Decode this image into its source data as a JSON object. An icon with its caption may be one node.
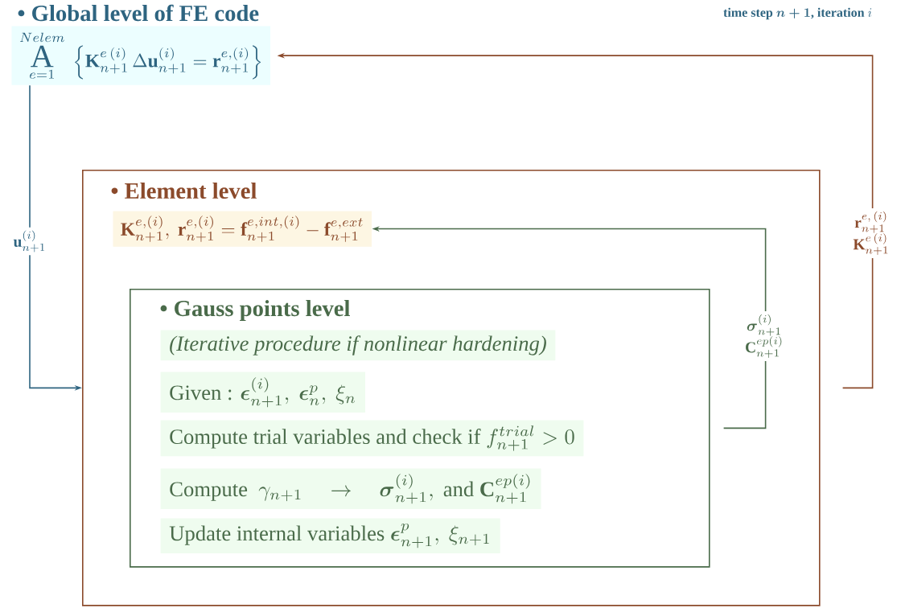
{
  "diagram": {
    "nodes": [
      {
        "text": [
          "• Global level of FE code",
          "\\mathop{\\text{\\LARGE A}}\\limits_{e=1}^{Nelem}\\ \\left\\{\\mathbf{K}^{e\\,(i)}_{n+1}\\,\\Delta\\mathbf{u}^{(i)}_{n+1}=\\mathbf{r}^{e,(i)}_{n+1}\\right\\}"
        ]
      },
      {
        "text": [
          "• Element level"
        ]
      },
      {
        "text": [
          "\\mathbf{K}^{e,(i)}_{n+1},\\ \\mathbf{r}^{e,(i)}_{n+1}=\\mathbf{f}^{e,int,(i)}_{n+1}-\\mathbf{f}^{e,ext}_{n+1}"
        ],
        "in": 1
      },
      {
        "text": [
          "• Gauss points level"
        ],
        "in": 1
      },
      {
        "text": [
          "(Iterative procedure if nonlinear hardening)"
        ],
        "in": 3
      },
      {
        "text": [
          "\\text{Given : }\\boldsymbol{\\epsilon}^{(i)}_{n+1},\\ \\boldsymbol{\\epsilon}^{p}_{n},\\ \\xi_{n}"
        ],
        "in": 3
      },
      {
        "text": [
          "\\text{Compute trial variables and check if }f^{trial}_{n+1}>0"
        ],
        "in": 3
      },
      {
        "text": [
          "\\text{Compute }\\ \\gamma_{n+1}\\quad\\rightarrow\\quad\\boldsymbol{\\sigma}^{(i)}_{n+1},\\ \\text{and }\\mathbf{C}^{ep(i)}_{n+1}"
        ],
        "in": 3
      },
      {
        "text": [
          "\\text{Update internal variables }\\boldsymbol{\\epsilon}^{p}_{n+1},\\ \\xi_{n+1}"
        ],
        "in": 3
      }
    ],
    "edges": [
      {
        "from": 0,
        "to": 1,
        "arrow": "to",
        "label": "\\mathbf{u}^{(i)}_{n+1}",
        "color": "#2e6480"
      },
      {
        "from": 3,
        "to": 2,
        "arrow": "to",
        "label": "\\begin{array}{c}\\boldsymbol{\\sigma}^{(i)}_{n+1}\\\\ \\mathbf{C}^{ep(i)}_{n+1}\\end{array}",
        "color": "#4a6b4a"
      },
      {
        "from": 1,
        "to": 0,
        "arrow": "to",
        "label": "\\begin{array}{c}\\mathbf{r}^{e,\\,(i)}_{n+1}\\\\ \\mathbf{K}^{e\\,(i)}_{n+1}\\end{array}",
        "color": "#8b4a2b"
      }
    ],
    "labels": [
      "\\textbf{time step }\\boldsymbol{n+1}\\textbf{, iteration }i"
    ]
  }
}
